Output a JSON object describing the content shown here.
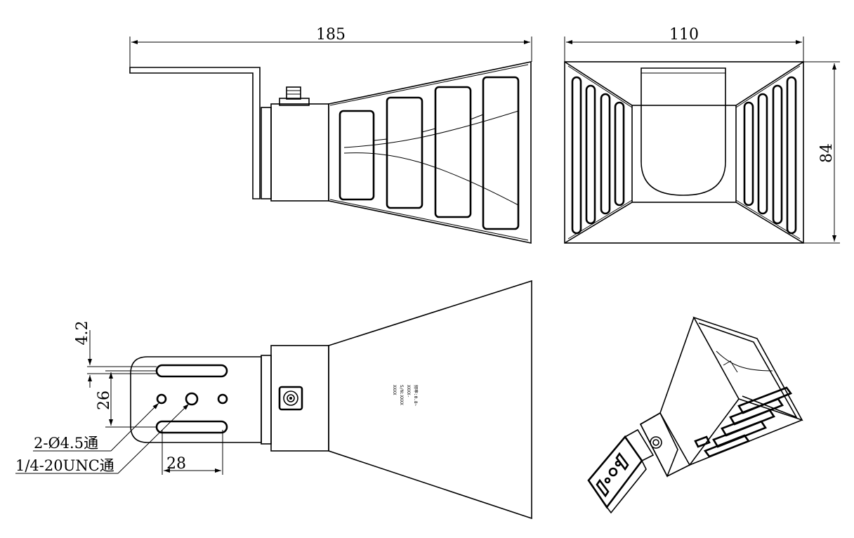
{
  "dimensions": {
    "overall_length": "185",
    "front_width": "110",
    "front_height": "84",
    "slot_offset": "4.2",
    "slot_spacing": "26",
    "hole_spacing": "28"
  },
  "notes": {
    "mount_holes": "2-Ø4.5通",
    "thread_hole": "1/4-20UNC通"
  },
  "label_plate": {
    "line1": "频率:0.8~",
    "line2": "XXXX-",
    "line3": "S/N:XXXX",
    "line4": "XXXX"
  },
  "views": [
    "side-view",
    "front-view",
    "bottom-view",
    "isometric-view"
  ],
  "colors": {
    "line": "#000000",
    "background": "#ffffff"
  }
}
